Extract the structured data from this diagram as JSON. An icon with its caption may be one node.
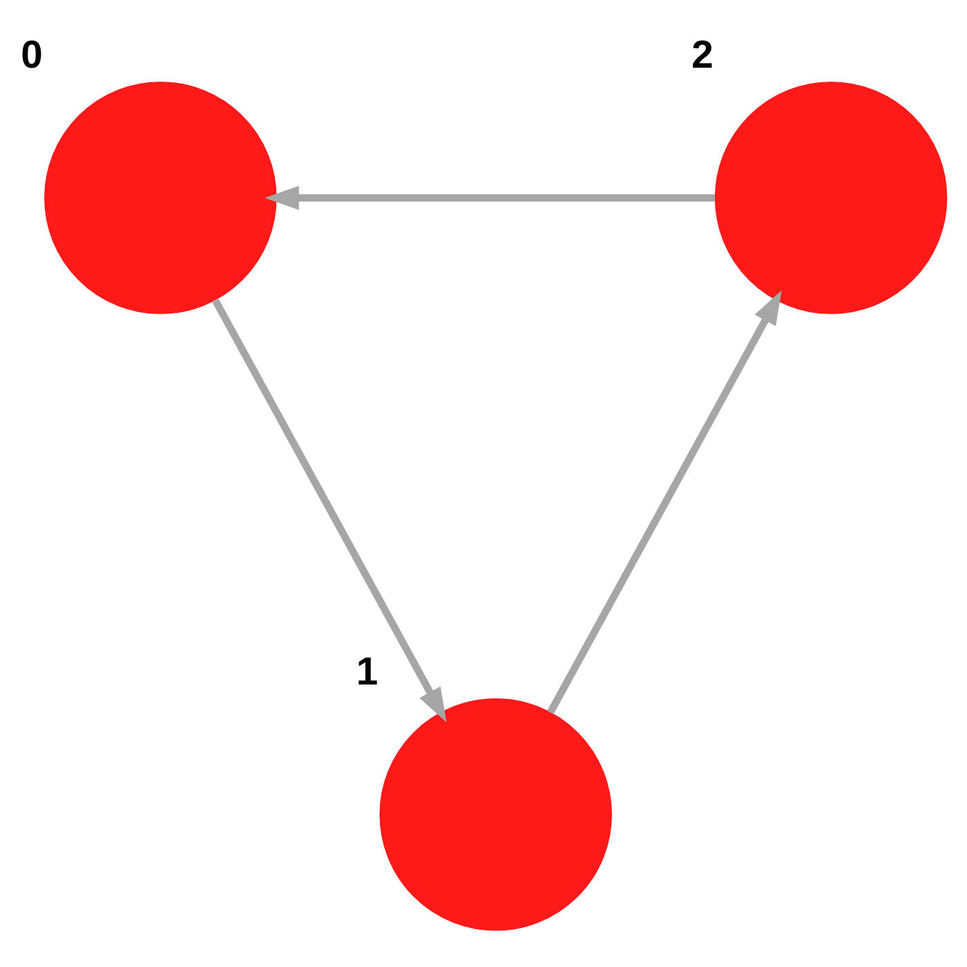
{
  "diagram": {
    "nodes": [
      {
        "text": [],
        "shape": "circle",
        "beside": [
          "0"
        ]
      },
      {
        "text": [],
        "shape": "circle",
        "beside": [
          "1"
        ]
      },
      {
        "text": [],
        "shape": "circle",
        "beside": [
          "2"
        ]
      }
    ],
    "edges": [
      {
        "from": 0,
        "to": 1,
        "arrow": "to"
      },
      {
        "from": 1,
        "to": 2,
        "arrow": "to"
      },
      {
        "from": 2,
        "to": 0,
        "arrow": "to"
      }
    ]
  }
}
